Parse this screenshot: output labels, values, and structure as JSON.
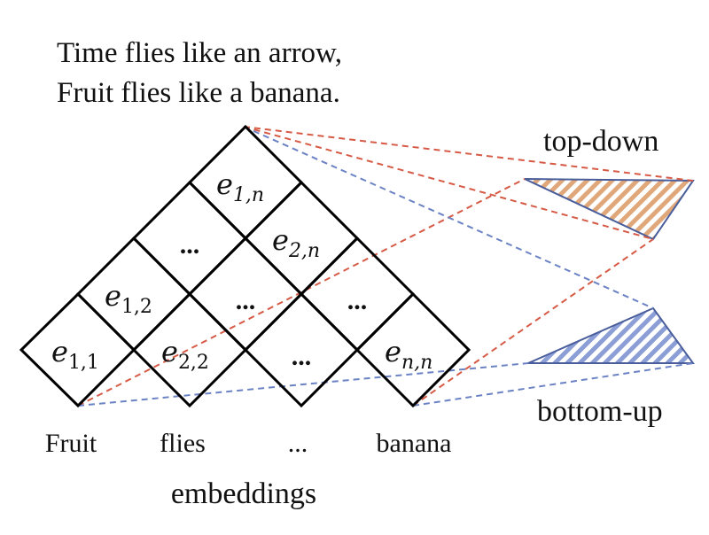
{
  "title": {
    "line1": "Time flies like an arrow,",
    "line2": "Fruit flies like a banana."
  },
  "cells": {
    "e11": {
      "base": "e",
      "sub": "1,1"
    },
    "e12": {
      "base": "e",
      "sub": "1,2"
    },
    "e1n": {
      "base": "e",
      "sub": "1,n"
    },
    "e22": {
      "base": "e",
      "sub": "2,2"
    },
    "e2n": {
      "base": "e",
      "sub": "2,n"
    },
    "enn": {
      "base": "e",
      "sub": "n,n"
    },
    "ellipsis": "..."
  },
  "tokens": {
    "t1": "Fruit",
    "t2": "flies",
    "t3": "...",
    "t4": "banana"
  },
  "caption": "embeddings",
  "labels": {
    "top_down": "top-down",
    "bottom_up": "bottom-up"
  },
  "colors": {
    "top_down_dash": "#d65a45",
    "bottom_up_dash": "#6b82c4",
    "top_down_hatch": "#e0a87a",
    "bottom_up_hatch": "#8b9ed6",
    "triangle_stroke": "#4a5e9c"
  }
}
